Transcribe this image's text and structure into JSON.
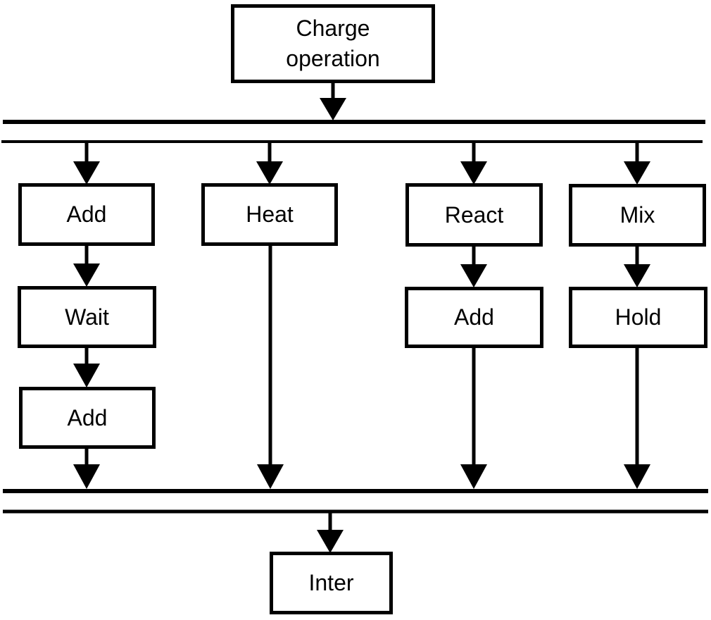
{
  "page": {
    "background_color": "#ffffff",
    "line_color": "#000000"
  },
  "diagram": {
    "type": "flowchart",
    "nodes": {
      "charge": "Charge operation",
      "add1": "Add",
      "heat": "Heat",
      "react": "React",
      "mix": "Mix",
      "wait": "Wait",
      "add2": "Add",
      "hold": "Hold",
      "add3": "Add",
      "inter": "Inter"
    },
    "flow": {
      "start": "Charge operation",
      "parallel_branches": [
        [
          "Add",
          "Wait",
          "Add"
        ],
        [
          "Heat"
        ],
        [
          "React",
          "Add"
        ],
        [
          "Mix",
          "Hold"
        ]
      ],
      "end": "Inter"
    }
  }
}
